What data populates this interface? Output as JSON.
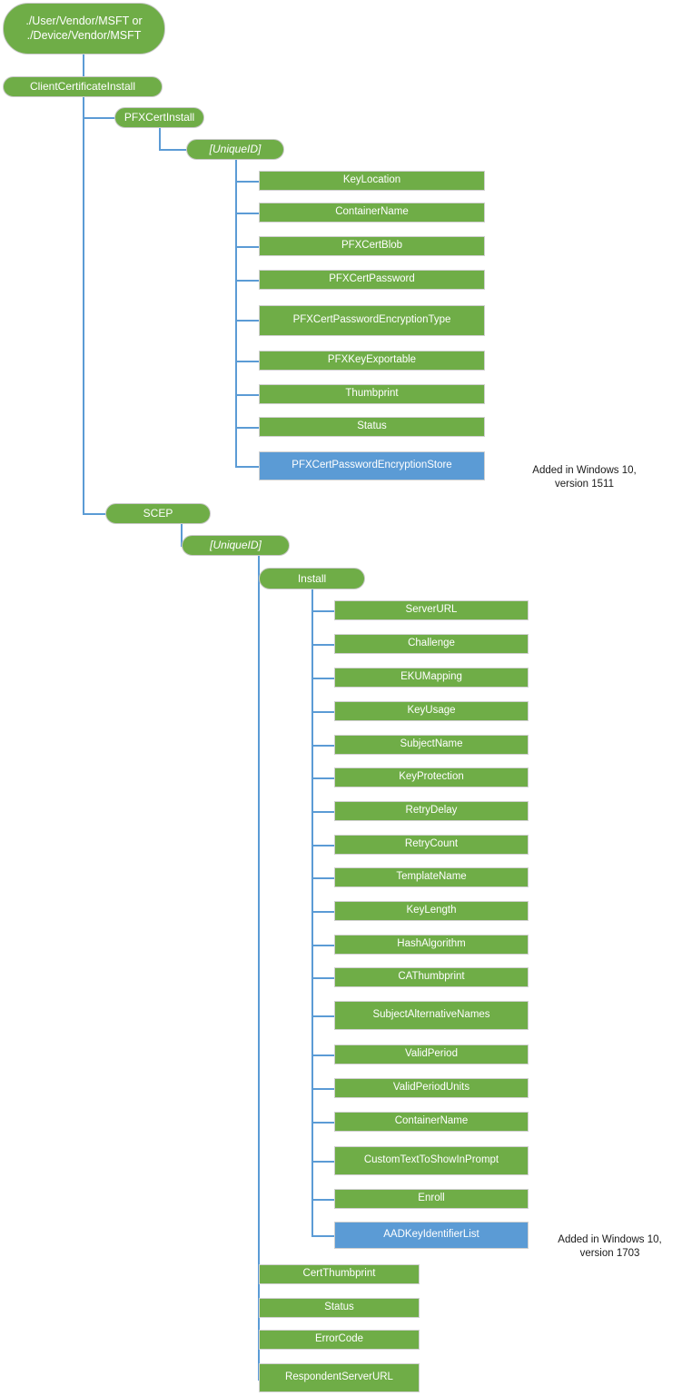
{
  "diagram": {
    "title": "ClientCertificateInstall CSP diagram",
    "colors": {
      "node_green": "#6FAD47",
      "node_blue": "#5B9BD5",
      "connector": "#5B9BD5",
      "node_text": "#FFFFFF",
      "annotation_text": "#1A1A1A",
      "background": "#FFFFFF"
    },
    "root": {
      "label": "./User/Vendor/MSFT or\n./Device/Vendor/MSFT"
    },
    "nodes": {
      "client_certificate_install": "ClientCertificateInstall",
      "pfx_cert_install": "PFXCertInstall",
      "pfx_unique_id": "[UniqueID]",
      "scep": "SCEP",
      "scep_unique_id": "[UniqueID]",
      "install": "Install"
    },
    "pfx_children": [
      {
        "label": "KeyLocation",
        "color": "green"
      },
      {
        "label": "ContainerName",
        "color": "green"
      },
      {
        "label": "PFXCertBlob",
        "color": "green"
      },
      {
        "label": "PFXCertPassword",
        "color": "green"
      },
      {
        "label": "PFXCertPasswordEncryptionType",
        "color": "green"
      },
      {
        "label": "PFXKeyExportable",
        "color": "green"
      },
      {
        "label": "Thumbprint",
        "color": "green"
      },
      {
        "label": "Status",
        "color": "green"
      },
      {
        "label": "PFXCertPasswordEncryptionStore",
        "color": "blue"
      }
    ],
    "install_children": [
      {
        "label": "ServerURL",
        "color": "green"
      },
      {
        "label": "Challenge",
        "color": "green"
      },
      {
        "label": "EKUMapping",
        "color": "green"
      },
      {
        "label": "KeyUsage",
        "color": "green"
      },
      {
        "label": "SubjectName",
        "color": "green"
      },
      {
        "label": "KeyProtection",
        "color": "green"
      },
      {
        "label": "RetryDelay",
        "color": "green"
      },
      {
        "label": "RetryCount",
        "color": "green"
      },
      {
        "label": "TemplateName",
        "color": "green"
      },
      {
        "label": "KeyLength",
        "color": "green"
      },
      {
        "label": "HashAlgorithm",
        "color": "green"
      },
      {
        "label": "CAThumbprint",
        "color": "green"
      },
      {
        "label": "SubjectAlternativeNames",
        "color": "green"
      },
      {
        "label": "ValidPeriod",
        "color": "green"
      },
      {
        "label": "ValidPeriodUnits",
        "color": "green"
      },
      {
        "label": "ContainerName",
        "color": "green"
      },
      {
        "label": "CustomTextToShowInPrompt",
        "color": "green"
      },
      {
        "label": "Enroll",
        "color": "green"
      },
      {
        "label": "AADKeyIdentifierList",
        "color": "blue"
      }
    ],
    "scep_unique_id_children": [
      {
        "label": "CertThumbprint",
        "color": "green"
      },
      {
        "label": "Status",
        "color": "green"
      },
      {
        "label": "ErrorCode",
        "color": "green"
      },
      {
        "label": "RespondentServerURL",
        "color": "green"
      }
    ],
    "annotations": {
      "pfx_store": "Added in Windows 10,\nversion 1511",
      "aad_key": "Added in Windows 10,\nversion 1703"
    }
  }
}
